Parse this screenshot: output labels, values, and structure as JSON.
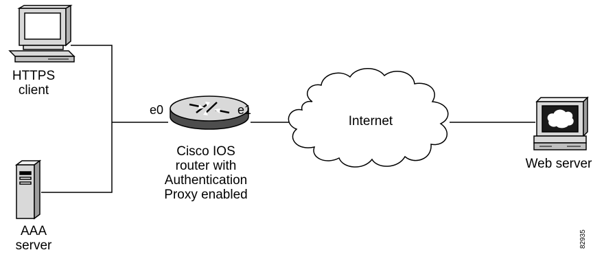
{
  "nodes": {
    "https_client": {
      "line1": "HTTPS",
      "line2": "client",
      "icon": "desktop-computer-icon"
    },
    "aaa_server": {
      "line1": "AAA",
      "line2": "server",
      "icon": "tower-server-icon"
    },
    "router": {
      "line1": "Cisco IOS",
      "line2": "router with",
      "line3": "Authentication",
      "line4": "Proxy enabled",
      "icon": "router-icon",
      "port_in": "e0",
      "port_out": "e1"
    },
    "internet": {
      "label": "Internet",
      "icon": "cloud-icon"
    },
    "web_server": {
      "label": "Web server",
      "icon": "web-server-icon"
    }
  },
  "figure_id": "82935",
  "colors": {
    "line": "#000000",
    "icon_fill": "#d9d9d9",
    "router_body": "#4d4d4d"
  }
}
